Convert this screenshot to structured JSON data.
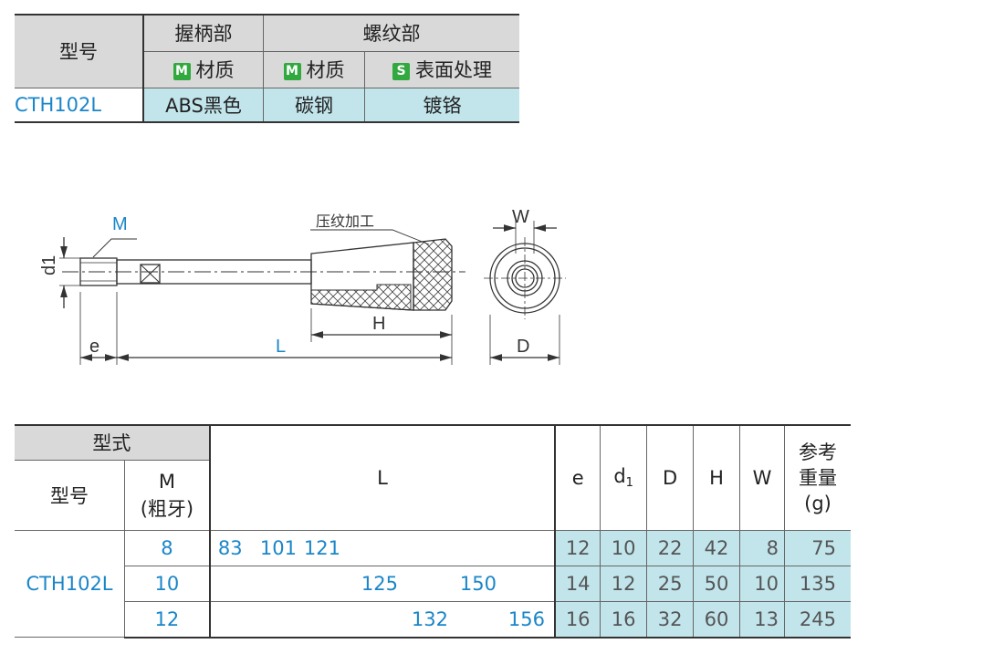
{
  "material_table": {
    "headers": {
      "model": "型号",
      "grip": "握柄部",
      "thread": "螺纹部",
      "grip_material": "材质",
      "thread_material": "材质",
      "surface": "表面处理",
      "badge_m": "M",
      "badge_s": "S"
    },
    "row": {
      "model": "CTH102L",
      "grip_material": "ABS黑色",
      "thread_material": "碳钢",
      "surface": "镀铬"
    }
  },
  "drawing": {
    "label_M": "M",
    "label_knurl": "压纹加工",
    "label_W": "W",
    "label_d1": "d1",
    "label_H": "H",
    "label_e": "e",
    "label_L": "L",
    "label_D": "D"
  },
  "dim_table": {
    "headers": {
      "type": "型式",
      "model": "型号",
      "m": "M",
      "m_note": "(粗牙)",
      "L": "L",
      "e": "e",
      "d": "d",
      "d_sub": "1",
      "D": "D",
      "H": "H",
      "W": "W",
      "weight_1": "参考",
      "weight_2": "重量",
      "weight_3": "(g)"
    },
    "model": "CTH102L",
    "rows": [
      {
        "m": "8",
        "L": [
          "83",
          "101",
          "121"
        ],
        "e": "12",
        "d1": "10",
        "D": "22",
        "H": "42",
        "W": "8",
        "weight": "75"
      },
      {
        "m": "10",
        "L": [
          "125",
          "150"
        ],
        "e": "14",
        "d1": "12",
        "D": "25",
        "H": "50",
        "W": "10",
        "weight": "135"
      },
      {
        "m": "12",
        "L": [
          "132",
          "156"
        ],
        "e": "16",
        "d1": "16",
        "D": "32",
        "H": "60",
        "W": "13",
        "weight": "245"
      }
    ]
  },
  "colors": {
    "header_gray": "#d9d9d9",
    "value_blue_bg": "#c2e5ec",
    "accent_blue": "#1a86c8",
    "badge_green": "#31a93f"
  }
}
